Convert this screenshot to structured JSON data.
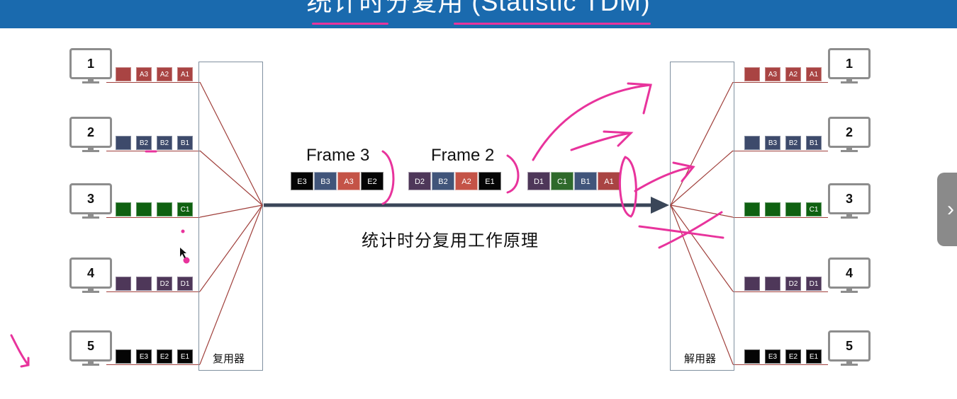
{
  "title": "统计时分复用 (Statistic TDM)",
  "left_stations": [
    {
      "label": "1",
      "blocks": [
        {
          "text": "",
          "cls": "c-A"
        },
        {
          "text": "A3",
          "cls": "c-A"
        },
        {
          "text": "A2",
          "cls": "c-A"
        },
        {
          "text": "A1",
          "cls": "c-A"
        }
      ]
    },
    {
      "label": "2",
      "blocks": [
        {
          "text": "",
          "cls": "c-B"
        },
        {
          "text": "B2",
          "cls": "c-B"
        },
        {
          "text": "B2",
          "cls": "c-B"
        },
        {
          "text": "B1",
          "cls": "c-B"
        }
      ]
    },
    {
      "label": "3",
      "blocks": [
        {
          "text": "",
          "cls": "c-C"
        },
        {
          "text": "",
          "cls": "c-C"
        },
        {
          "text": "",
          "cls": "c-C"
        },
        {
          "text": "C1",
          "cls": "c-C"
        }
      ]
    },
    {
      "label": "4",
      "blocks": [
        {
          "text": "",
          "cls": "c-D"
        },
        {
          "text": "",
          "cls": "c-D"
        },
        {
          "text": "D2",
          "cls": "c-D"
        },
        {
          "text": "D1",
          "cls": "c-D"
        }
      ]
    },
    {
      "label": "5",
      "blocks": [
        {
          "text": "",
          "cls": "c-E"
        },
        {
          "text": "E3",
          "cls": "c-E"
        },
        {
          "text": "E2",
          "cls": "c-E"
        },
        {
          "text": "E1",
          "cls": "c-E"
        }
      ]
    }
  ],
  "right_stations": [
    {
      "label": "1",
      "blocks": [
        {
          "text": "",
          "cls": "c-A"
        },
        {
          "text": "A3",
          "cls": "c-A"
        },
        {
          "text": "A2",
          "cls": "c-A"
        },
        {
          "text": "A1",
          "cls": "c-A"
        }
      ]
    },
    {
      "label": "2",
      "blocks": [
        {
          "text": "",
          "cls": "c-B"
        },
        {
          "text": "B3",
          "cls": "c-B"
        },
        {
          "text": "B2",
          "cls": "c-B"
        },
        {
          "text": "B1",
          "cls": "c-B"
        }
      ]
    },
    {
      "label": "3",
      "blocks": [
        {
          "text": "",
          "cls": "c-C"
        },
        {
          "text": "",
          "cls": "c-C"
        },
        {
          "text": "",
          "cls": "c-C"
        },
        {
          "text": "C1",
          "cls": "c-C"
        }
      ]
    },
    {
      "label": "4",
      "blocks": [
        {
          "text": "",
          "cls": "c-D"
        },
        {
          "text": "",
          "cls": "c-D"
        },
        {
          "text": "D2",
          "cls": "c-D"
        },
        {
          "text": "D1",
          "cls": "c-D"
        }
      ]
    },
    {
      "label": "5",
      "blocks": [
        {
          "text": "",
          "cls": "c-E"
        },
        {
          "text": "E3",
          "cls": "c-E"
        },
        {
          "text": "E2",
          "cls": "c-E"
        },
        {
          "text": "E1",
          "cls": "c-E"
        }
      ]
    }
  ],
  "multiplexer_label": "复用器",
  "demultiplexer_label": "解用器",
  "frames": [
    {
      "label": "Frame 3",
      "blocks": [
        {
          "text": "E3",
          "cls": "c-E"
        },
        {
          "text": "B3",
          "cls": "c-B3"
        },
        {
          "text": "A3",
          "cls": "c-A3"
        },
        {
          "text": "E2",
          "cls": "c-E"
        }
      ]
    },
    {
      "label": "Frame 2",
      "blocks": [
        {
          "text": "D2",
          "cls": "c-D"
        },
        {
          "text": "B2",
          "cls": "c-B3"
        },
        {
          "text": "A2",
          "cls": "c-A3"
        },
        {
          "text": "E1",
          "cls": "c-E"
        }
      ]
    },
    {
      "label": "",
      "blocks": [
        {
          "text": "D1",
          "cls": "c-D"
        },
        {
          "text": "C1",
          "cls": "c-C1"
        },
        {
          "text": "B1",
          "cls": "c-B3"
        },
        {
          "text": "A1",
          "cls": "c-A"
        }
      ]
    }
  ],
  "caption": "统计时分复用工作原理",
  "side_button_icon": "chevron-right-icon",
  "side_button_glyph": "›",
  "colors": {
    "title_bar": "#1a6aae",
    "annotation_pink": "#e8339c",
    "main_arrow": "#3a4658",
    "fan_lines": "#a0403c"
  }
}
